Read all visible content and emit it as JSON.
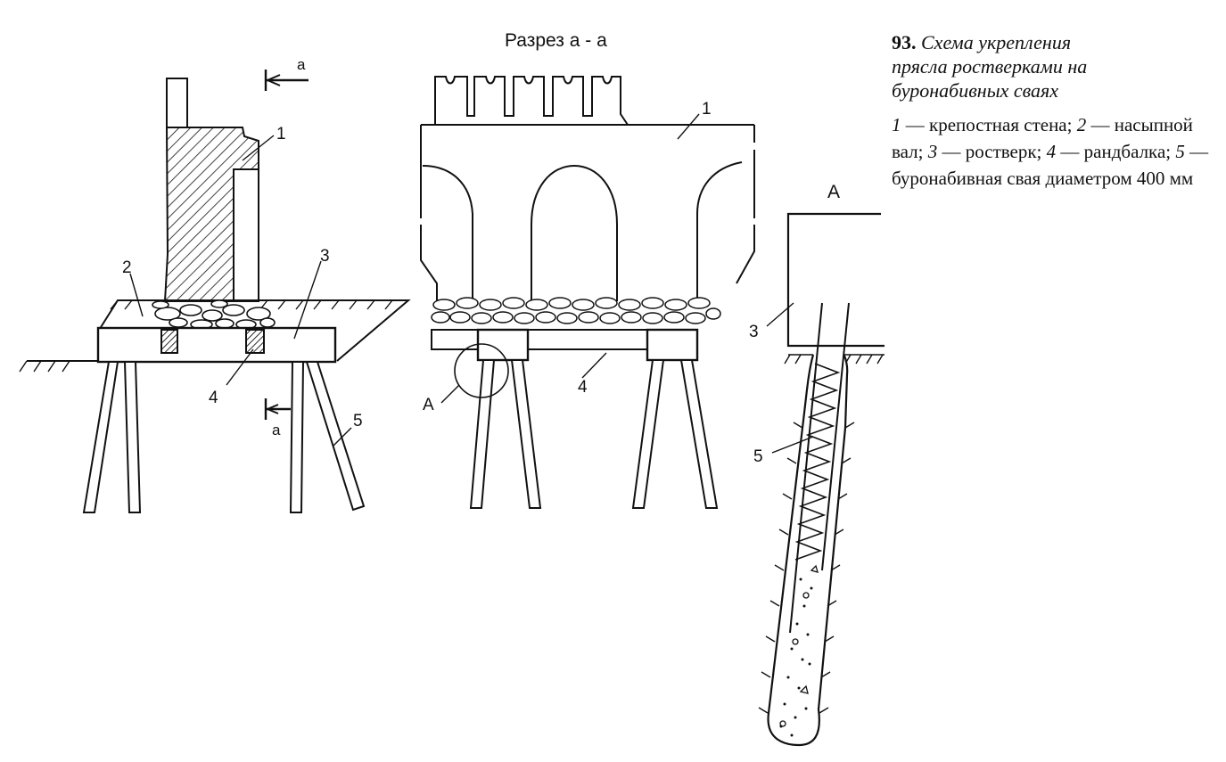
{
  "figure": {
    "number": "93.",
    "title_lines": [
      "Схема укрепления",
      "прясла ростверками на",
      "буронабивных сваях"
    ],
    "legend": [
      {
        "n": "1",
        "text": "крепостная стена;"
      },
      {
        "n": "2",
        "text": "насыпной вал;"
      },
      {
        "n": "3",
        "text": "ростверк;"
      },
      {
        "n": "4",
        "text": "рандбалка;"
      },
      {
        "n": "5",
        "text": "буронабивная свая диаметром 400 мм"
      }
    ]
  },
  "left_view": {
    "labels": {
      "wall": "1",
      "embankment": "2",
      "grillage": "3",
      "edge_beam": "4",
      "pile": "5"
    },
    "section_mark_top": "a",
    "section_mark_bottom": "a"
  },
  "middle_view": {
    "title": "Разрез а - а",
    "labels": {
      "wall": "1",
      "edge_beam": "4",
      "detail": "A"
    }
  },
  "detail_view": {
    "title": "A",
    "labels": {
      "grillage": "3",
      "pile": "5"
    }
  }
}
